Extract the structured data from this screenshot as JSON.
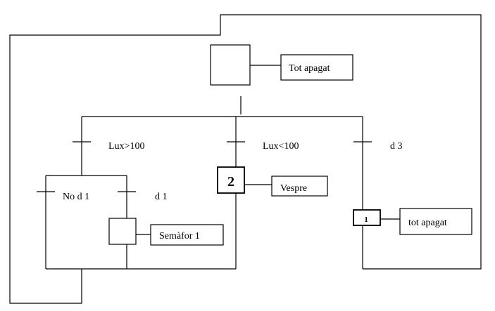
{
  "steps": {
    "initial": {
      "label": "",
      "action": "Tot apagat"
    },
    "step_2": {
      "label": "2",
      "action": "Vespre"
    },
    "step_1_right": {
      "label": "1",
      "action": "tot apagat"
    },
    "step_left": {
      "label": "",
      "action": "Semàfor 1"
    }
  },
  "transitions": {
    "lux_high": "Lux>100",
    "lux_low": "Lux<100",
    "d3": "d 3",
    "no_d1": "No d 1",
    "d1": "d 1"
  }
}
